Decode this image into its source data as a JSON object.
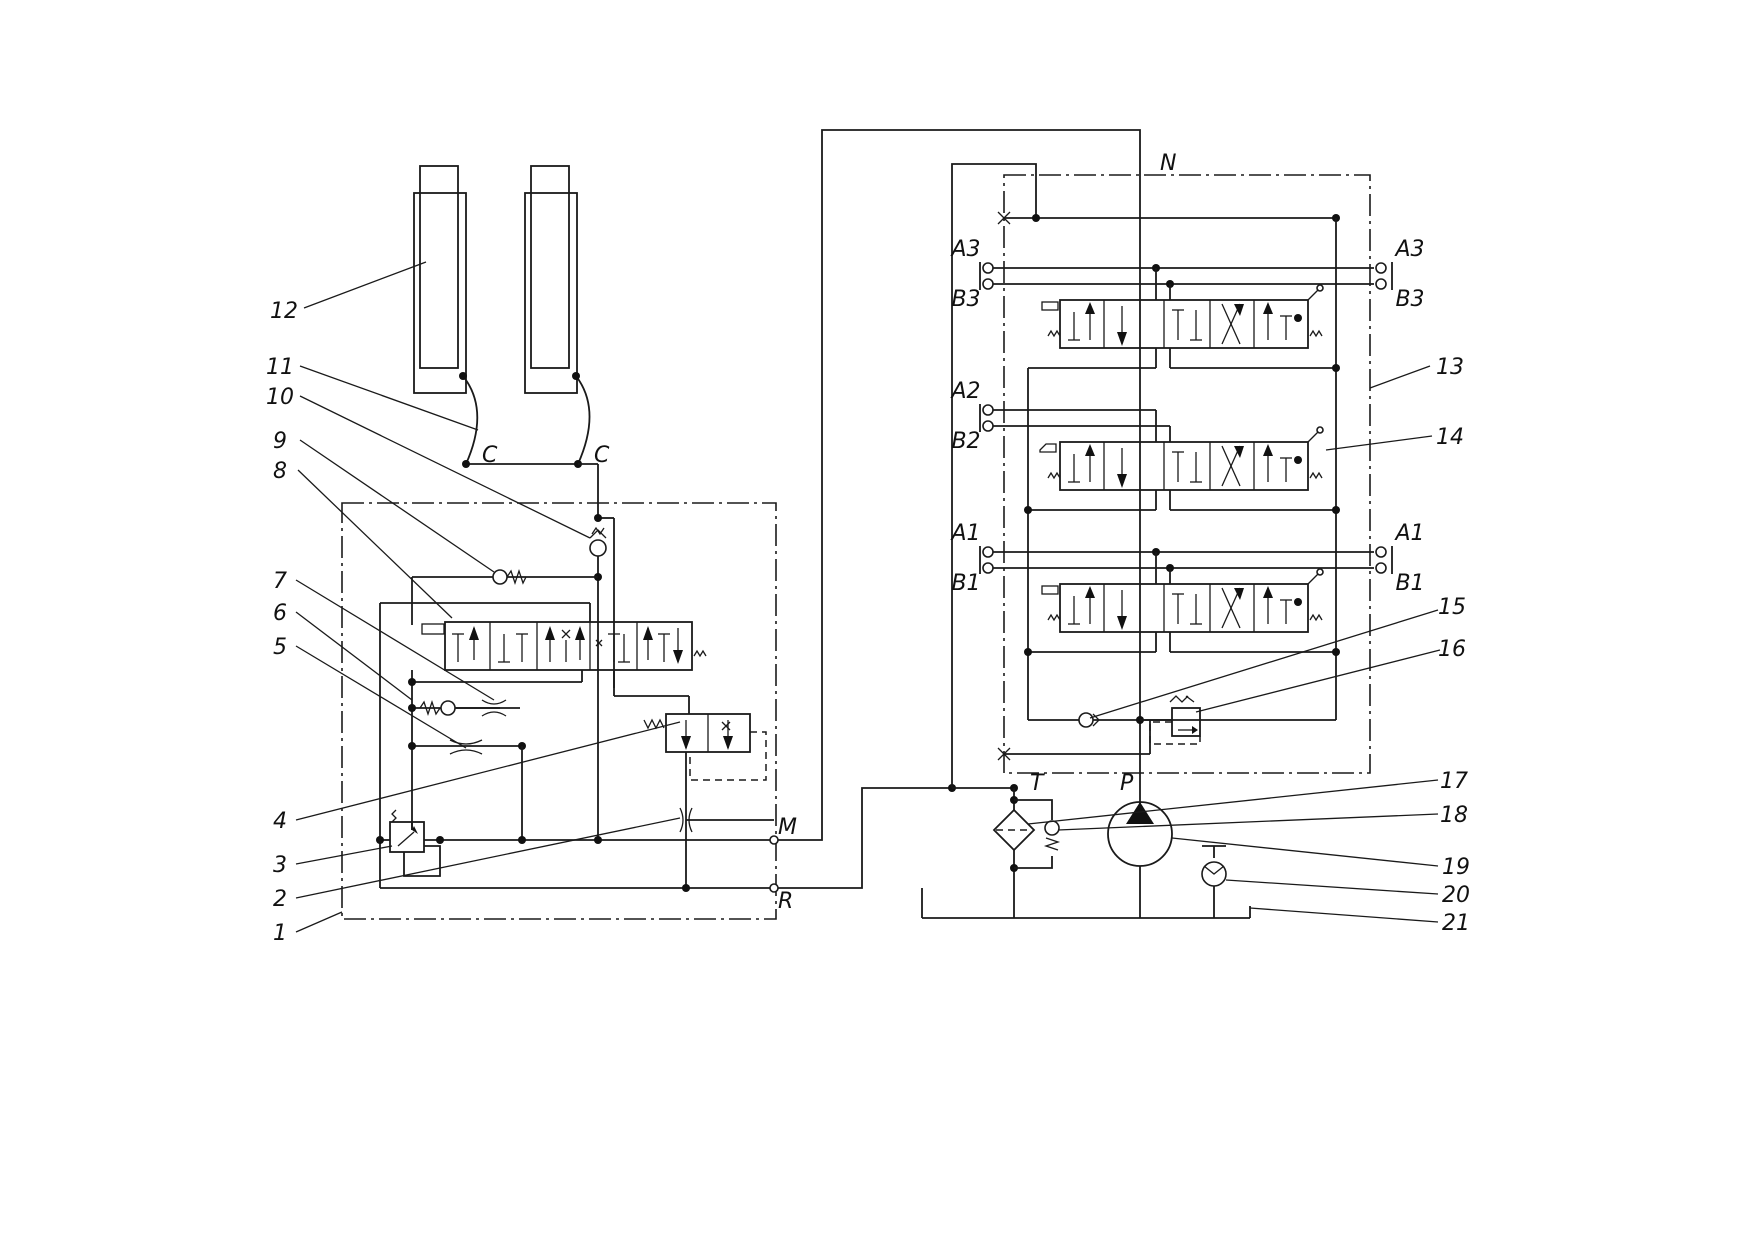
{
  "callouts": [
    "1",
    "2",
    "3",
    "4",
    "5",
    "6",
    "7",
    "8",
    "9",
    "10",
    "11",
    "12",
    "13",
    "14",
    "15",
    "16",
    "17",
    "18",
    "19",
    "20",
    "21"
  ],
  "ports": {
    "c_left": "C",
    "c_right": "C",
    "m": "M",
    "r": "R",
    "n": "N",
    "t": "T",
    "p": "P",
    "a3_left": "A3",
    "a3_right": "A3",
    "b3_left": "B3",
    "b3_right": "B3",
    "a2": "A2",
    "b2": "B2",
    "a1_left": "A1",
    "a1_right": "A1",
    "b1_left": "B1",
    "b1_right": "B1"
  }
}
